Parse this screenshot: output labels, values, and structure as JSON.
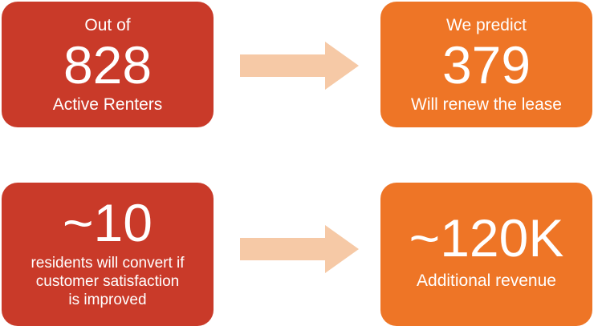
{
  "colors": {
    "red": "#c93a29",
    "orange": "#ee7526",
    "arrow": "#f6c9a6"
  },
  "top_left": {
    "intro": "Out of",
    "number": "828",
    "label": "Active Renters"
  },
  "top_right": {
    "intro": "We predict",
    "number": "379",
    "label": "Will renew the lease"
  },
  "bottom_left": {
    "number": "~10",
    "label_lines": [
      "residents will convert if",
      "customer satisfaction",
      "is improved"
    ]
  },
  "bottom_right": {
    "number": "~120K",
    "label": "Additional revenue"
  },
  "arrows": [
    {
      "icon": "right-arrow-icon"
    },
    {
      "icon": "right-arrow-icon"
    }
  ]
}
